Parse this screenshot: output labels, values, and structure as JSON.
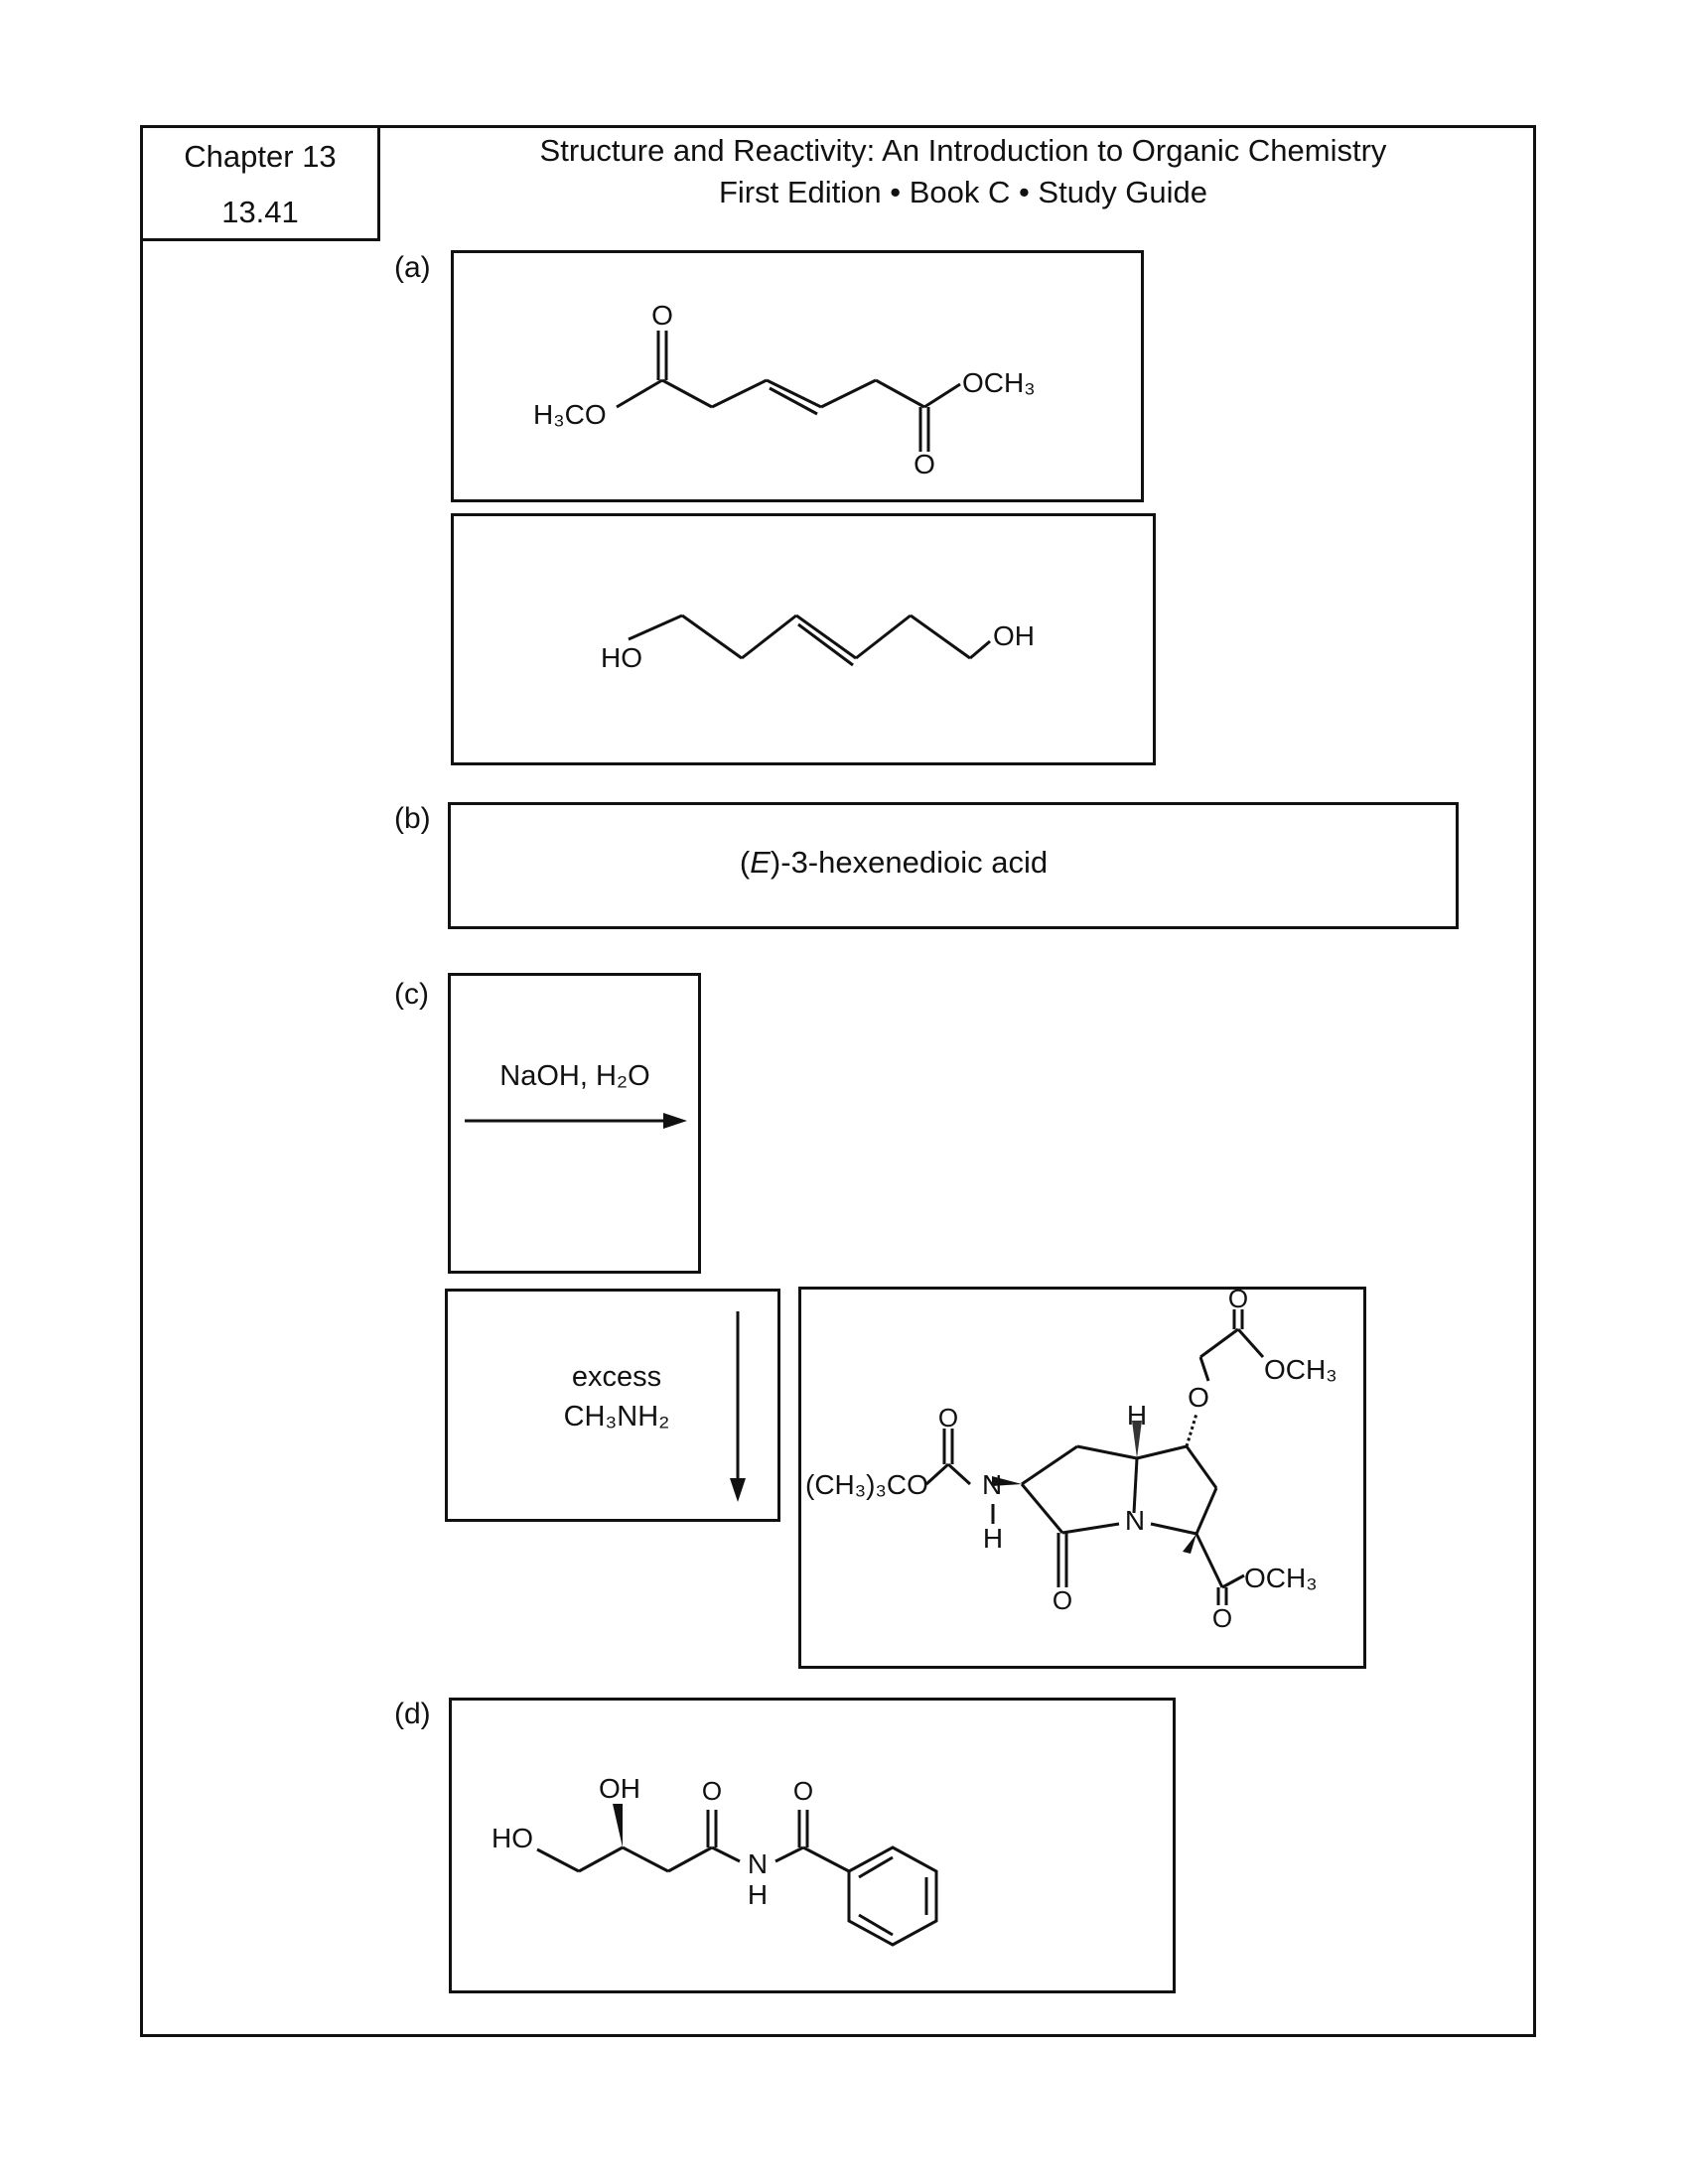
{
  "header": {
    "chapter": "Chapter 13",
    "problem": "13.41",
    "title_line1": "Structure and Reactivity: An Introduction to Organic Chemistry",
    "title_line2": "First Edition • Book C • Study Guide"
  },
  "parts": {
    "a": {
      "label": "(a)",
      "struct1": {
        "left_group": "H₃CO",
        "right_group": "OCH₃",
        "carbonyl_o": "O"
      },
      "struct2": {
        "left_group": "HO",
        "right_group": "OH"
      }
    },
    "b": {
      "label": "(b)",
      "name_italic": "E",
      "name_rest": ")-3-hexenedioic acid",
      "name_open": "("
    },
    "c": {
      "label": "(c)",
      "reagent1": "NaOH, H₂O",
      "reagent2_line1": "excess",
      "reagent2_line2": "CH₃NH₂",
      "product": {
        "ester_top": "OCH₃",
        "ester_bottom": "OCH₃",
        "boc": "(CH₃)₃CO",
        "n_amide": "N",
        "n_ring": "N",
        "h": "H",
        "o": "O"
      }
    },
    "d": {
      "label": "(d)",
      "ho": "HO",
      "oh": "OH",
      "nh": "N",
      "h": "H",
      "o": "O"
    }
  }
}
